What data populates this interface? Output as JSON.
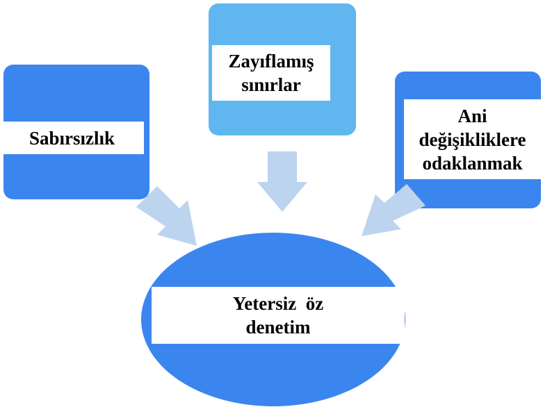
{
  "colors": {
    "box_dark": "#3B86EE",
    "box_light": "#60B6EE",
    "arrow": "#BCD4EE",
    "ellipse": "#3B86EE"
  },
  "nodes": {
    "left": {
      "label": "Sabırsızlık"
    },
    "top": {
      "label": "Zayıflamış sınırlar"
    },
    "right": {
      "label": "Ani değişikliklere odaklanmak"
    },
    "center": {
      "label": "Yetersiz  öz denetim"
    }
  }
}
